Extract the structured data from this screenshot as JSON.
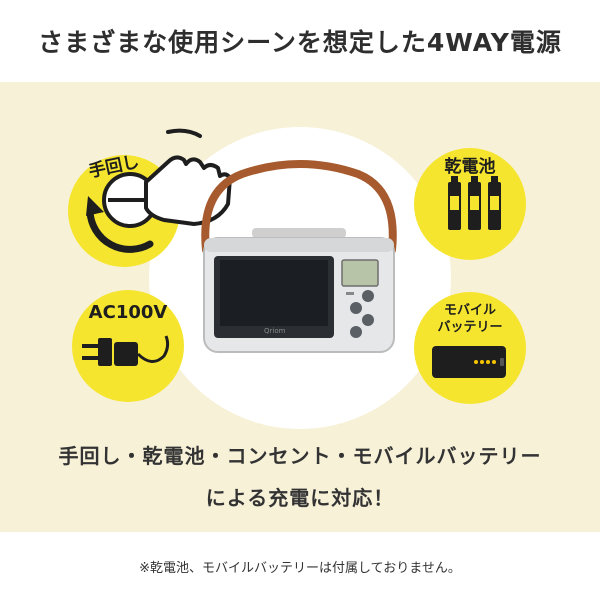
{
  "header": {
    "title": "さまざまな使用シーンを想定した4WAY電源"
  },
  "badges": {
    "hand_crank": {
      "label": "手回し"
    },
    "battery": {
      "label": "乾電池"
    },
    "ac": {
      "label": "AC100V"
    },
    "mobile": {
      "label_line1": "モバイル",
      "label_line2": "バッテリー"
    }
  },
  "product": {
    "brand": "Qriom"
  },
  "captions": {
    "line1": "手回し・乾電池・コンセント・モバイルバッテリー",
    "line2": "による充電に対応！"
  },
  "footnote": "※乾電池、モバイルバッテリーは付属しておりません。",
  "colors": {
    "panel_bg": "#f7f1d8",
    "badge_yellow": "#f5e52f",
    "text_dark": "#333333"
  }
}
